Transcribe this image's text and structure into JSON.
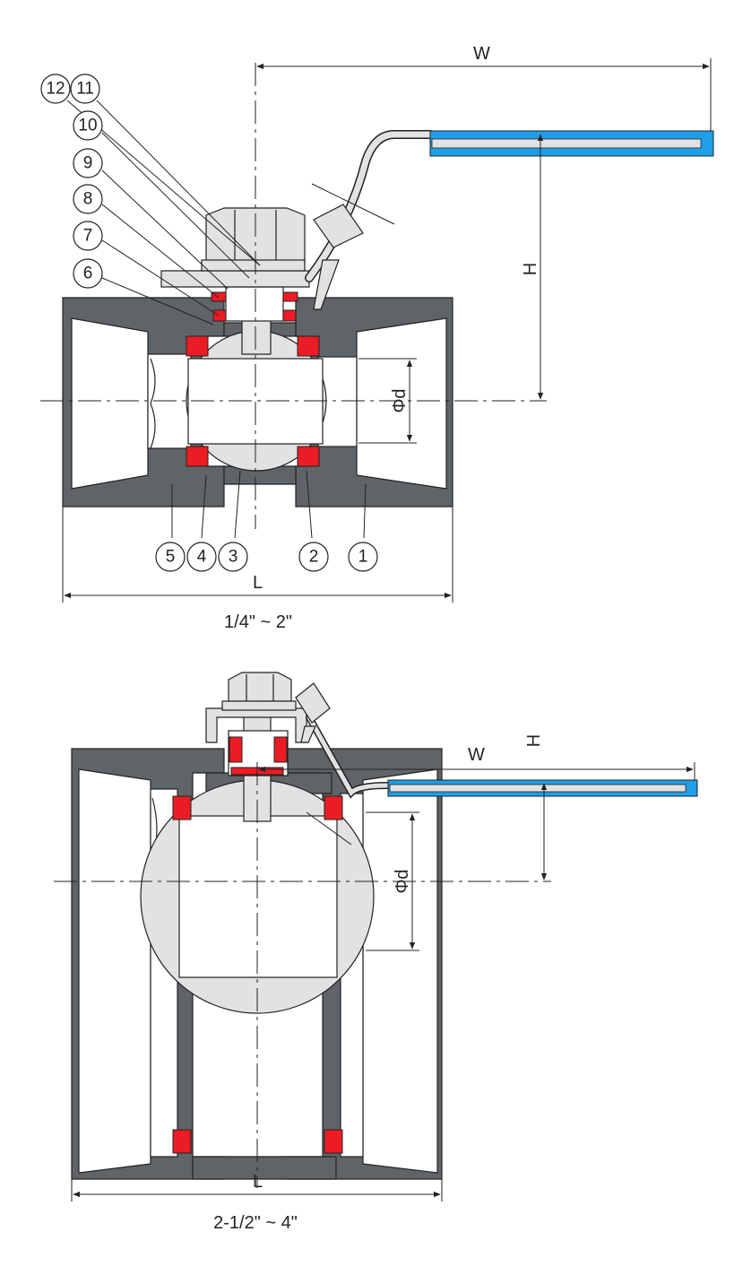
{
  "top_view": {
    "dim_w": "W",
    "dim_h": "H",
    "dim_d": "Φd",
    "dim_l": "L",
    "size_range": "1/4\" ~ 2\"",
    "part_numbers": [
      "12",
      "11",
      "10",
      "9",
      "8",
      "7",
      "6",
      "5",
      "4",
      "3",
      "2",
      "1"
    ]
  },
  "bottom_view": {
    "dim_w": "W",
    "dim_h": "H",
    "dim_d": "Φd",
    "dim_l": "L",
    "size_range": "2-1/2\" ~ 4\""
  },
  "colors": {
    "body": "#5f6468",
    "seat": "#ec1c24",
    "handle_grip": "#1f9fe8",
    "metal": "#e2e2e2"
  }
}
